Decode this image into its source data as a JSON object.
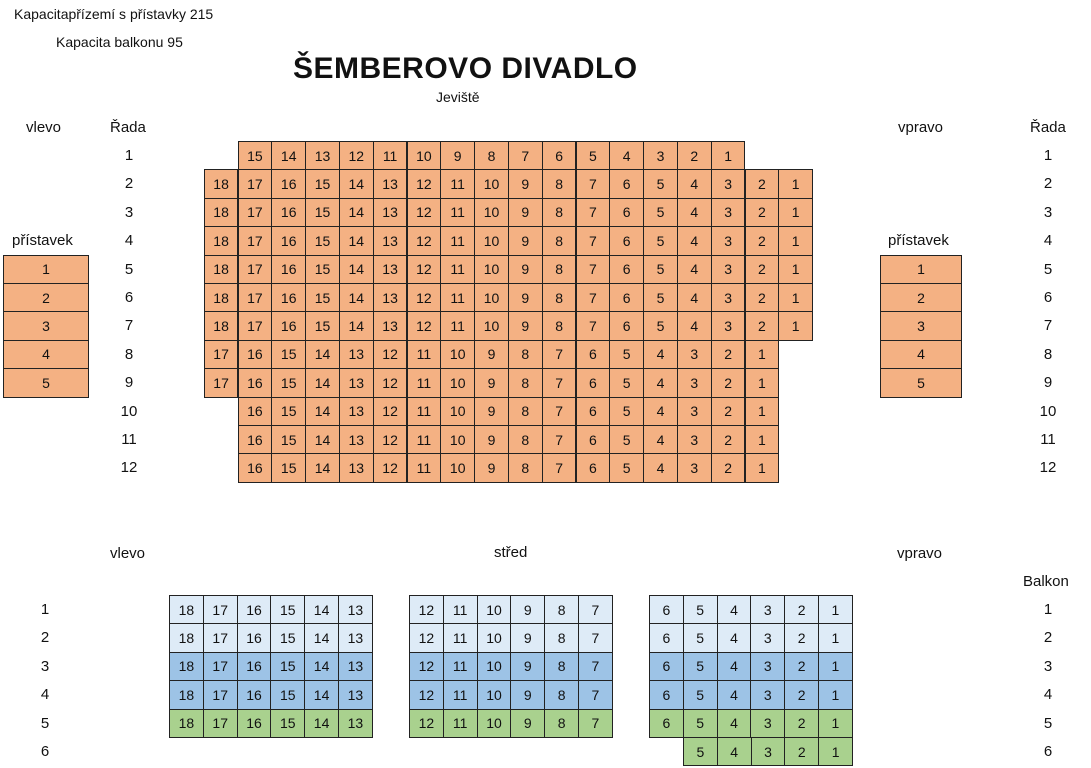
{
  "header": {
    "capacity_ground": "Kapacitapřízemí s přístavky 215",
    "capacity_balcony": "Kapacita balkonu 95",
    "title": "ŠEMBEROVO DIVADLO",
    "stage": "Jeviště"
  },
  "ground": {
    "left_label": "vlevo",
    "row_label_left": "Řada",
    "right_label": "vpravo",
    "row_label_right": "Řada",
    "annex_label_left": "přístavek",
    "annex_label_right": "přístavek",
    "rows": [
      {
        "num": "1",
        "seats": [
          15,
          14,
          13,
          12,
          11,
          10,
          9,
          8,
          7,
          6,
          5,
          4,
          3,
          2,
          1
        ]
      },
      {
        "num": "2",
        "seats": [
          18,
          17,
          16,
          15,
          14,
          13,
          12,
          11,
          10,
          9,
          8,
          7,
          6,
          5,
          4,
          3,
          2,
          1
        ]
      },
      {
        "num": "3",
        "seats": [
          18,
          17,
          16,
          15,
          14,
          13,
          12,
          11,
          10,
          9,
          8,
          7,
          6,
          5,
          4,
          3,
          2,
          1
        ]
      },
      {
        "num": "4",
        "seats": [
          18,
          17,
          16,
          15,
          14,
          13,
          12,
          11,
          10,
          9,
          8,
          7,
          6,
          5,
          4,
          3,
          2,
          1
        ]
      },
      {
        "num": "5",
        "seats": [
          18,
          17,
          16,
          15,
          14,
          13,
          12,
          11,
          10,
          9,
          8,
          7,
          6,
          5,
          4,
          3,
          2,
          1
        ]
      },
      {
        "num": "6",
        "seats": [
          18,
          17,
          16,
          15,
          14,
          13,
          12,
          11,
          10,
          9,
          8,
          7,
          6,
          5,
          4,
          3,
          2,
          1
        ]
      },
      {
        "num": "7",
        "seats": [
          18,
          17,
          16,
          15,
          14,
          13,
          12,
          11,
          10,
          9,
          8,
          7,
          6,
          5,
          4,
          3,
          2,
          1
        ]
      },
      {
        "num": "8",
        "seats": [
          17,
          16,
          15,
          14,
          13,
          12,
          11,
          10,
          9,
          8,
          7,
          6,
          5,
          4,
          3,
          2,
          1
        ]
      },
      {
        "num": "9",
        "seats": [
          17,
          16,
          15,
          14,
          13,
          12,
          11,
          10,
          9,
          8,
          7,
          6,
          5,
          4,
          3,
          2,
          1
        ]
      },
      {
        "num": "10",
        "seats": [
          16,
          15,
          14,
          13,
          12,
          11,
          10,
          9,
          8,
          7,
          6,
          5,
          4,
          3,
          2,
          1
        ]
      },
      {
        "num": "11",
        "seats": [
          16,
          15,
          14,
          13,
          12,
          11,
          10,
          9,
          8,
          7,
          6,
          5,
          4,
          3,
          2,
          1
        ]
      },
      {
        "num": "12",
        "seats": [
          16,
          15,
          14,
          13,
          12,
          11,
          10,
          9,
          8,
          7,
          6,
          5,
          4,
          3,
          2,
          1
        ]
      }
    ],
    "annex_left": [
      "1",
      "2",
      "3",
      "4",
      "5"
    ],
    "annex_right": [
      "1",
      "2",
      "3",
      "4",
      "5"
    ]
  },
  "balcony": {
    "left_label": "vlevo",
    "center_label": "střed",
    "right_label": "vpravo",
    "balcony_label": "Balkon",
    "rows": [
      {
        "num": "1",
        "left": [
          18,
          17,
          16,
          15,
          14,
          13
        ],
        "center": [
          12,
          11,
          10,
          9,
          8,
          7
        ],
        "right": [
          6,
          5,
          4,
          3,
          2,
          1
        ],
        "color": "lightblue"
      },
      {
        "num": "2",
        "left": [
          18,
          17,
          16,
          15,
          14,
          13
        ],
        "center": [
          12,
          11,
          10,
          9,
          8,
          7
        ],
        "right": [
          6,
          5,
          4,
          3,
          2,
          1
        ],
        "color": "lightblue"
      },
      {
        "num": "3",
        "left": [
          18,
          17,
          16,
          15,
          14,
          13
        ],
        "center": [
          12,
          11,
          10,
          9,
          8,
          7
        ],
        "right": [
          6,
          5,
          4,
          3,
          2,
          1
        ],
        "color": "blue"
      },
      {
        "num": "4",
        "left": [
          18,
          17,
          16,
          15,
          14,
          13
        ],
        "center": [
          12,
          11,
          10,
          9,
          8,
          7
        ],
        "right": [
          6,
          5,
          4,
          3,
          2,
          1
        ],
        "color": "blue"
      },
      {
        "num": "5",
        "left": [
          18,
          17,
          16,
          15,
          14,
          13
        ],
        "center": [
          12,
          11,
          10,
          9,
          8,
          7
        ],
        "right": [
          6,
          5,
          4,
          3,
          2,
          1
        ],
        "color": "green"
      },
      {
        "num": "6",
        "left": [],
        "center": [],
        "right": [
          5,
          4,
          3,
          2,
          1
        ],
        "color": "green"
      }
    ]
  },
  "colors": {
    "ground_seat": "#f4b183",
    "balcony_light": "#deebf7",
    "balcony_blue": "#9dc3e6",
    "balcony_green": "#a9d18e"
  }
}
